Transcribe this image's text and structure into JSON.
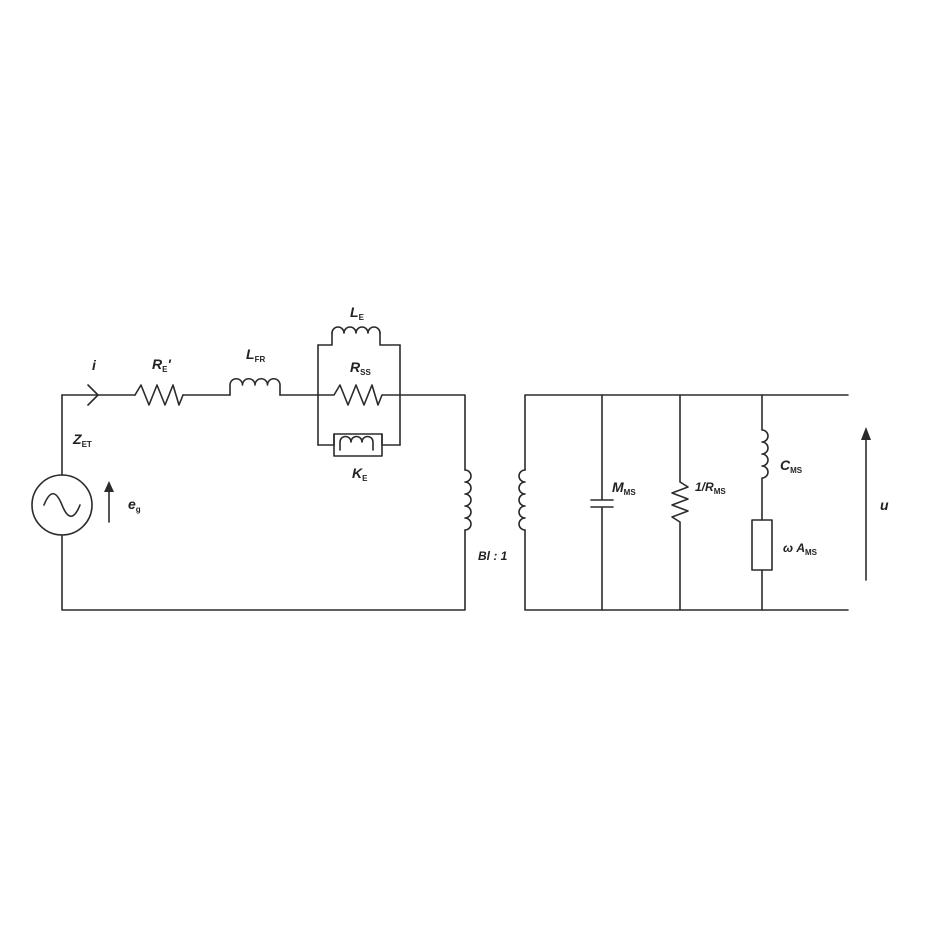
{
  "diagram": {
    "labels": {
      "i": "i",
      "re": {
        "main": "R",
        "sub": "E",
        "suffix": "'"
      },
      "lfr": {
        "main": "L",
        "sub": "FR"
      },
      "le": {
        "main": "L",
        "sub": "E"
      },
      "rss": {
        "main": "R",
        "sub": "SS"
      },
      "ke": {
        "main": "K",
        "sub": "E"
      },
      "zet": {
        "main": "Z",
        "sub": "ET"
      },
      "eg": {
        "main": "e",
        "sub": "g"
      },
      "bl": "Bl : 1",
      "mms": {
        "main": "M",
        "sub": "MS"
      },
      "rms": {
        "main": "1/R",
        "sub": "MS"
      },
      "cms": {
        "main": "C",
        "sub": "MS"
      },
      "ams": {
        "main": "ω A",
        "sub": "MS"
      },
      "u": "u"
    },
    "colors": {
      "wire": "#2b2b2b",
      "text": "#222222",
      "background": "#ffffff"
    }
  }
}
